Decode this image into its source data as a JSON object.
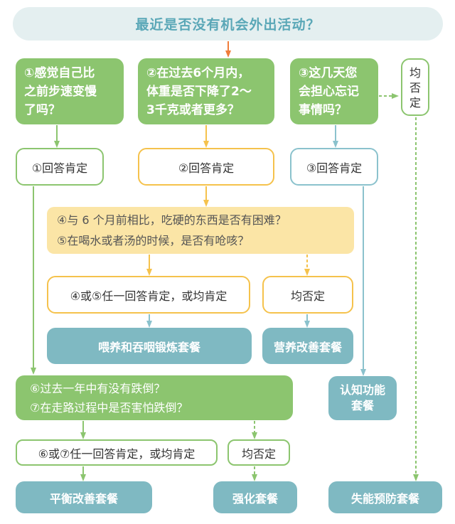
{
  "title": "最近是否没有机会外出活动？",
  "q1": [
    "①感觉自己比",
    "之前步速变慢",
    "了吗？"
  ],
  "q2": [
    "②在过去6个月内，",
    "体重是否下降了2～",
    "3千克或者更多？"
  ],
  "q3": [
    "③这几天您",
    "会担心忘记",
    "事情吗？"
  ],
  "all_no_vertical": [
    "均",
    "否",
    "定"
  ],
  "a1": "①回答肯定",
  "a2": "②回答肯定",
  "a3": "③回答肯定",
  "q45": [
    "④与 6 个月前相比，吃硬的东西是否有困难？",
    "⑤在喝水或者汤的时候，是否有呛咳？"
  ],
  "a45_yes": "④或⑤任一回答肯定，或均肯定",
  "a45_no": "均否定",
  "pkg_swallow": "喂养和吞咽锻炼套餐",
  "pkg_nutrition": "营养改善套餐",
  "q67": [
    "⑥过去一年中有没有跌倒？",
    "⑦在走路过程中是否害怕跌倒？"
  ],
  "pkg_cognitive": [
    "认知功能",
    "套餐"
  ],
  "a67_yes": "⑥或⑦任一回答肯定，或均肯定",
  "a67_no": "均否定",
  "pkg_balance": "平衡改善套餐",
  "pkg_strength": "强化套餐",
  "pkg_disability": "失能预防套餐",
  "colors": {
    "green": "#8cc56f",
    "yellow": "#f5c24c",
    "blue": "#8bc2cd",
    "teal_pkg": "#7fb9c2",
    "orange_arrow": "#f07d3a",
    "title_bg": "#e4eff0",
    "title_text": "#5aa7b7"
  }
}
